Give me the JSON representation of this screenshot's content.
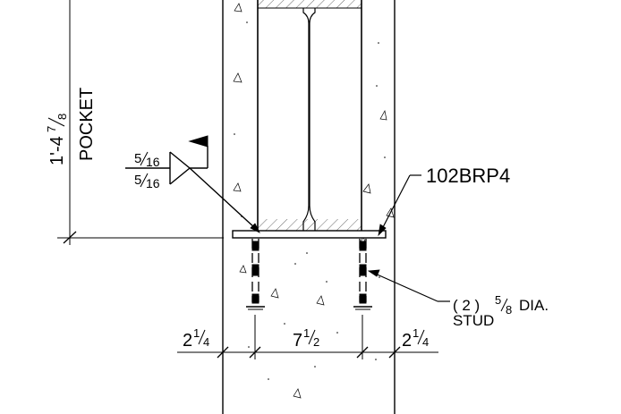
{
  "drawing": {
    "line_color": "#000000",
    "background": "#ffffff",
    "pocket_dimension": {
      "whole": "1'-4",
      "num": "7",
      "den": "8"
    },
    "pocket_label": "POCKET",
    "weld_symbol": {
      "top": {
        "num": "5",
        "den": "16"
      },
      "bottom": {
        "num": "5",
        "den": "16"
      },
      "field_weld_flag": true
    },
    "plate_callout": "102BRP4",
    "stud_callout": {
      "qty": "( 2 )",
      "num": "5",
      "den": "8",
      "suffix": "DIA.",
      "line2": "STUD"
    },
    "bottom_dimensions": [
      {
        "whole": "2",
        "num": "1",
        "den": "4"
      },
      {
        "whole": "7",
        "num": "1",
        "den": "2"
      },
      {
        "whole": "2",
        "num": "1",
        "den": "4"
      }
    ]
  }
}
